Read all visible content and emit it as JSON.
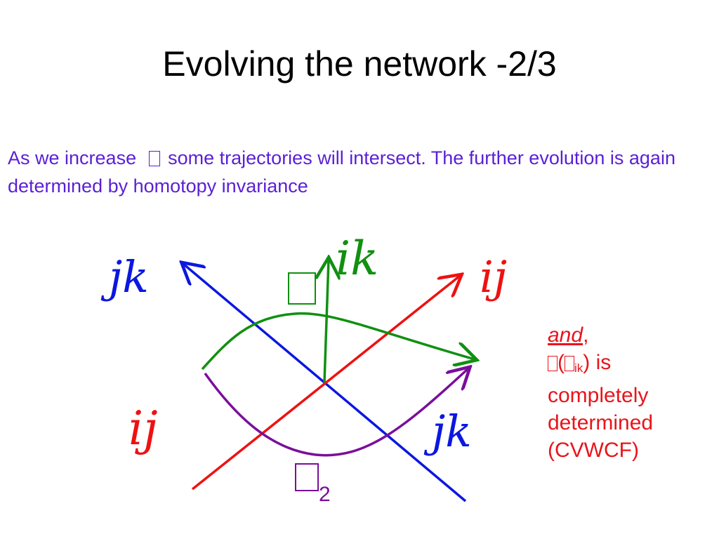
{
  "title": "Evolving the network -2/3",
  "intro": {
    "part1": "As we increase",
    "part2": " some trajectories will intersect. The further evolution is again determined by  homotopy invariance"
  },
  "labels": {
    "jk": "jk",
    "ik": "ik",
    "ij": "ij"
  },
  "tau2_subscript": "2",
  "note": {
    "and": "and",
    "comma": ",",
    "open": "(",
    "sub": "ik",
    "close": ") is",
    "line2": "completely",
    "line3": "determined",
    "line4": "(CVWCF)"
  },
  "colors": {
    "blue": "#0b17e0",
    "red": "#ee1111",
    "green": "#119011",
    "purple": "#7a0f9a",
    "intro_text": "#5a1fd6"
  }
}
